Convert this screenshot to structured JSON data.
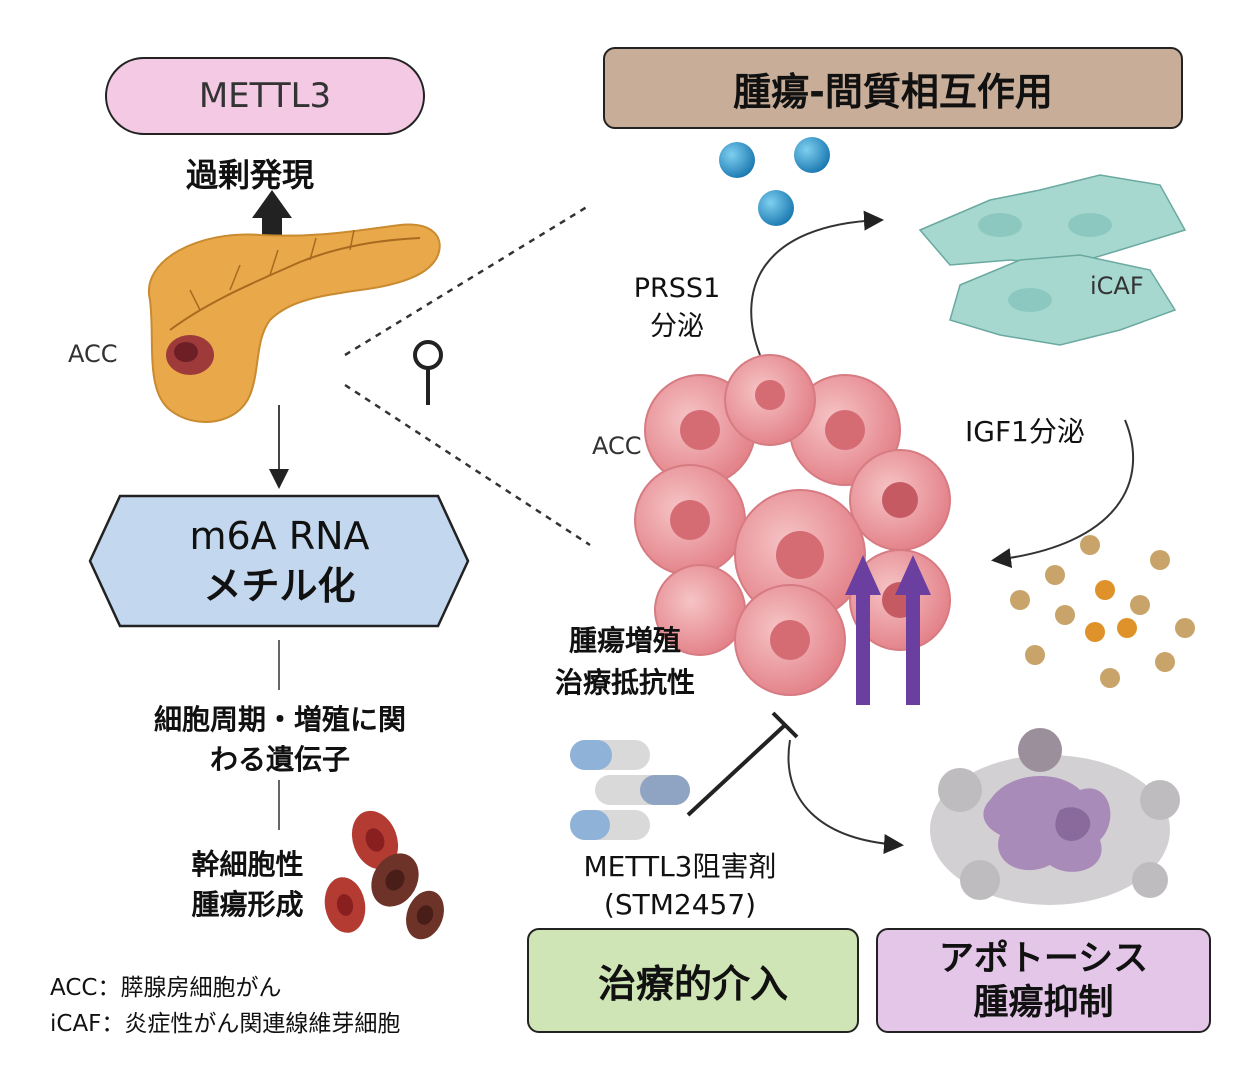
{
  "mettl3_label": "METTL3",
  "overexpression": "過剰発現",
  "acc_left": "ACC",
  "m6a": {
    "line1": "m6A RNA",
    "line2": "メチル化"
  },
  "cell_cycle": {
    "line1": "細胞周期・増殖に関",
    "line2": "わる遺伝子"
  },
  "stemness": {
    "line1": "幹細胞性",
    "line2": "腫瘍形成"
  },
  "legend": {
    "acc": "ACC：膵腺房細胞がん",
    "icaf": "iCAF：炎症性がん関連線維芽細胞"
  },
  "interaction_title": "腫瘍-間質相互作用",
  "prss1": {
    "line1": "PRSS1",
    "line2": "分泌"
  },
  "icaf_label": "iCAF",
  "igf1": "IGF1分泌",
  "acc_cluster": "ACC",
  "tumor_effects": {
    "line1": "腫瘍増殖",
    "line2": "治療抵抗性"
  },
  "inhibitor": {
    "line1": "METTL3阻害剤",
    "line2": "(STM2457)"
  },
  "therapy": "治療的介入",
  "apoptosis": {
    "line1": "アポトーシス",
    "line2": "腫瘍抑制"
  },
  "colors": {
    "mettl3_pill": "#f3c9e3",
    "interaction_box": "#c8ad98",
    "m6a_hex": "#c3d8ee",
    "therapy_box": "#cfe5b6",
    "apoptosis_box": "#e3c6e8",
    "up_arrow": "#6a3fa0",
    "pancreas": "#e9a94a",
    "tumor_cells": "#e88f95",
    "icaf_cells": "#a6d8d0",
    "prss1_dots": "#2a8fc3",
    "igf1_dots": "#c9a46a"
  }
}
